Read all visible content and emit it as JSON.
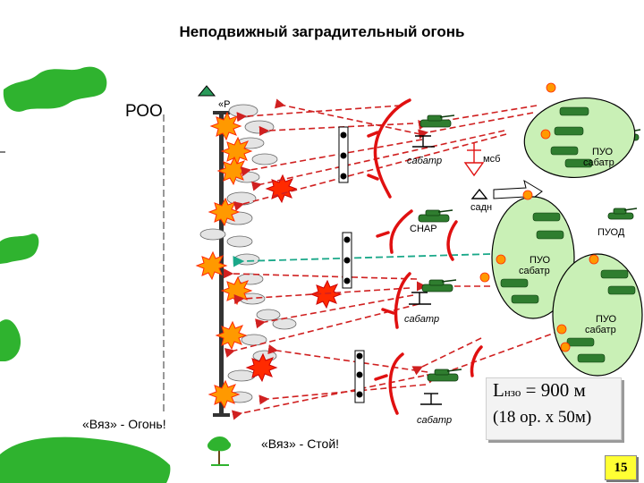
{
  "title": "Неподвижный заградительный огонь",
  "labels": {
    "roo": "РОО",
    "vyaz_top": "«Р",
    "msb": "мсб",
    "sabatr_1": "сабатр",
    "sabatr_2": "сабатр",
    "sabatr_3": "сабатр",
    "sadn": "садн",
    "snar": "СНАР",
    "puod": "ПУОД",
    "puo_top_1": "ПУО",
    "puo_top_2": "сабатр",
    "puo_mid_1": "ПУО",
    "puo_mid_2": "сабатр",
    "puo_low_1": "ПУО",
    "puo_low_2": "сабатр",
    "cmd_fire": "«Вяз» - Огонь!",
    "cmd_stop": "«Вяз» - Стой!"
  },
  "formula": {
    "L": "L",
    "sub": "нзо",
    "rest": " = 900 м",
    "line2": "(18 ор. х 50м)"
  },
  "page_number": "15",
  "colors": {
    "green_terrain": "#2fb32f",
    "ellipse_fill": "#c9f0b6",
    "arc_red": "#e01010",
    "dash_red": "#d02020",
    "dash_teal": "#1aa889",
    "tank_green": "#2f7d2f",
    "explosion_orange": "#ff9900",
    "explosion_red": "#ff2a00",
    "page_badge": "#ffff33"
  }
}
